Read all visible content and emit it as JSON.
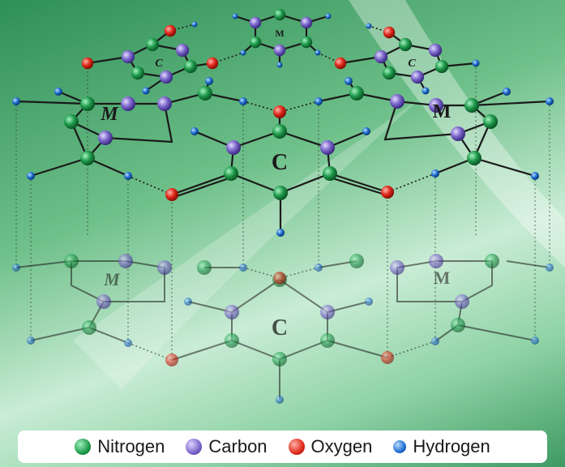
{
  "ring_labels": {
    "melamine": "M",
    "cyanuric": "C"
  },
  "legend": [
    {
      "label": "Nitrogen",
      "kind": "n"
    },
    {
      "label": "Carbon",
      "kind": "c"
    },
    {
      "label": "Oxygen",
      "kind": "o"
    },
    {
      "label": "Hydrogen",
      "kind": "h"
    }
  ],
  "colors": {
    "nitrogen": "#1e9a4a",
    "carbon": "#7a64c9",
    "oxygen": "#e0291b",
    "hydrogen": "#1f6fd1",
    "bond": "#1a1a1a"
  }
}
